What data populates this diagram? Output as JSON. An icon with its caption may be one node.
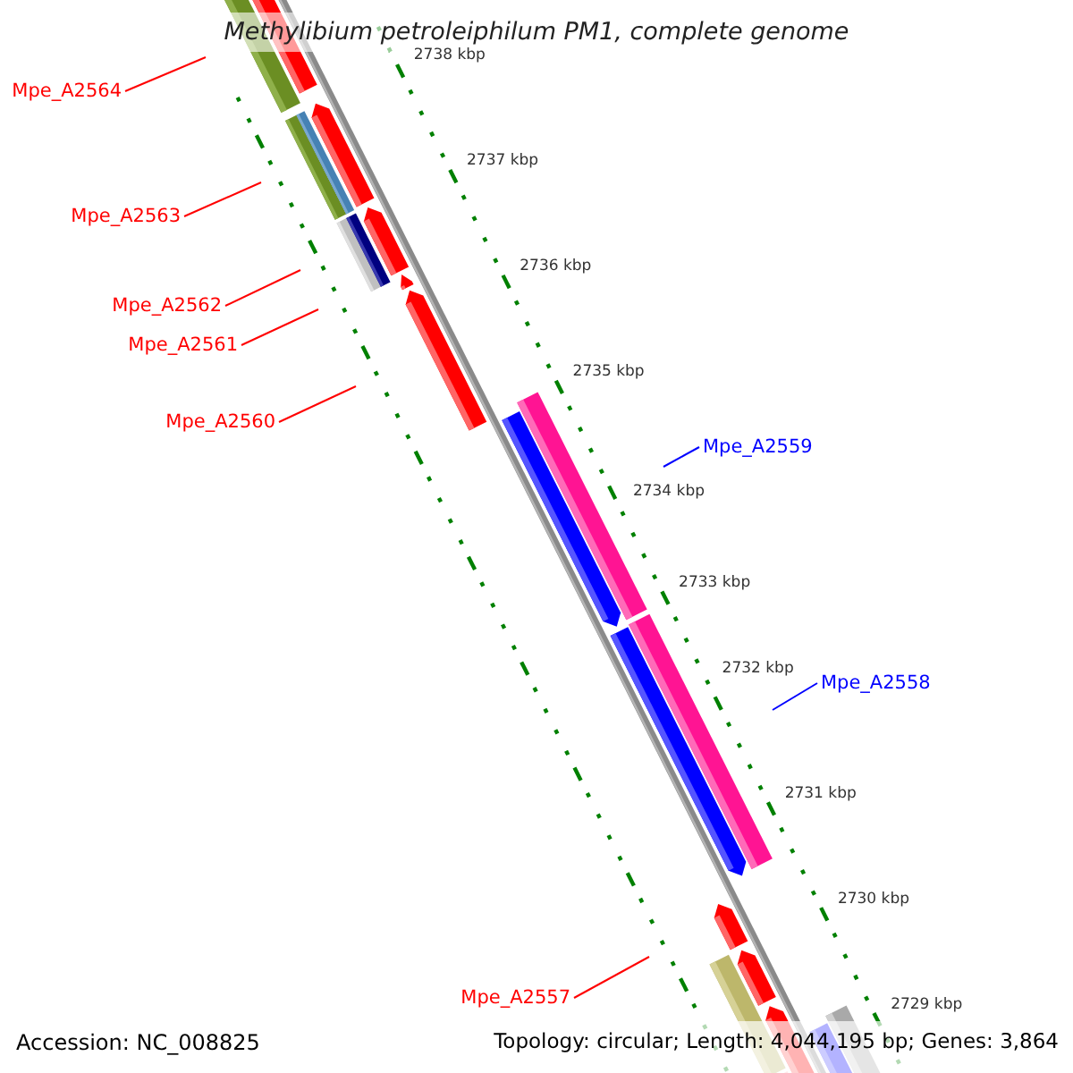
{
  "diagram": {
    "title": "Methylibium petroleiphilum PM1, complete genome",
    "nodes": [
      {
        "text": [
          "Mpe_A2564"
        ]
      },
      {
        "text": [
          "Mpe_A2563"
        ]
      },
      {
        "text": [
          "Mpe_A2562"
        ]
      },
      {
        "text": [
          "Mpe_A2561"
        ]
      },
      {
        "text": [
          "Mpe_A2560"
        ]
      },
      {
        "text": [
          "Mpe_A2559"
        ]
      },
      {
        "text": [
          "Mpe_A2558"
        ]
      },
      {
        "text": [
          "Mpe_A2557"
        ]
      }
    ],
    "edges": [
      {
        "from": 0,
        "to": null,
        "arrow": "none"
      },
      {
        "from": 1,
        "to": null,
        "arrow": "none"
      },
      {
        "from": 2,
        "to": null,
        "arrow": "none"
      },
      {
        "from": 3,
        "to": null,
        "arrow": "none"
      },
      {
        "from": 4,
        "to": null,
        "arrow": "none"
      },
      {
        "from": 5,
        "to": null,
        "arrow": "none",
        "color": "#0000ff"
      },
      {
        "from": 6,
        "to": null,
        "arrow": "none",
        "color": "#0000ff"
      },
      {
        "from": 7,
        "to": null,
        "arrow": "none"
      }
    ],
    "labels": [
      "2738 kbp",
      "2737 kbp",
      "2736 kbp",
      "2735 kbp",
      "2734 kbp",
      "2733 kbp",
      "2732 kbp",
      "2731 kbp",
      "2730 kbp",
      "2729 kbp",
      "Accession: NC_008825",
      "Topology: circular; Length: 4,044,195 bp; Genes: 3,864"
    ]
  }
}
